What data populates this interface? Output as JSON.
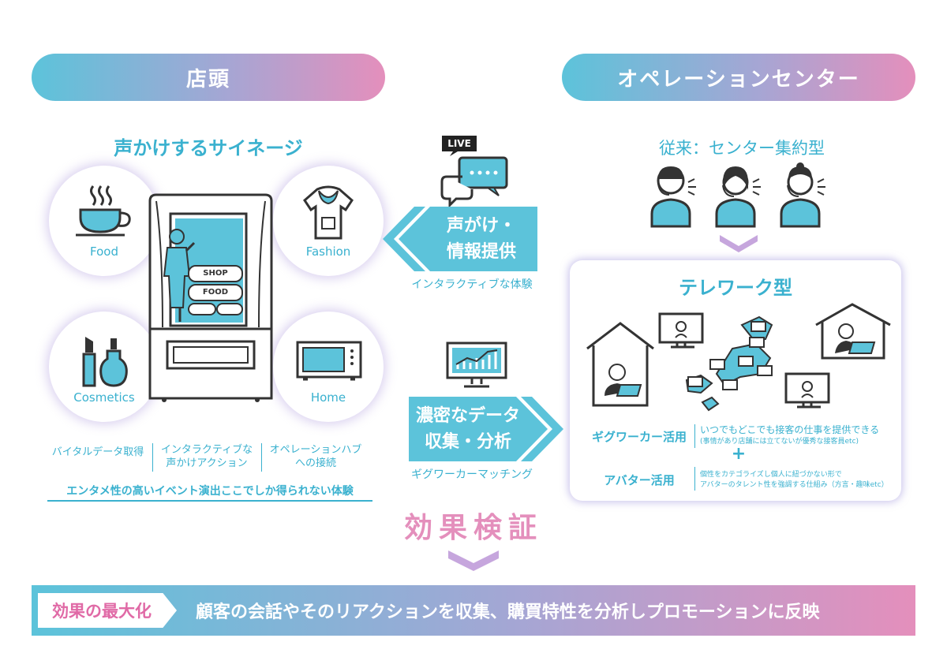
{
  "headers": {
    "left": "店頭",
    "right": "オペレーションセンター"
  },
  "left": {
    "title": "声かけするサイネージ",
    "bubbles": {
      "food": "Food",
      "fashion": "Fashion",
      "cosmetics": "Cosmetics",
      "home": "Home"
    },
    "machine": {
      "shop": "SHOP",
      "food": "FOOD"
    },
    "features": [
      "バイタルデータ取得",
      "インタラクティブな\n声かけアクション",
      "オペレーションハブ\nへの接続"
    ],
    "tagline": "エンタメ性の高いイベント演出ここでしか得られない体験"
  },
  "middle": {
    "live": "LIVE",
    "arrow1": [
      "声がけ・",
      "情報提供"
    ],
    "caption1": "インタラクティブな体験",
    "arrow2": [
      "濃密なデータ",
      "収集・分析"
    ],
    "caption2": "ギグワーカーマッチング"
  },
  "right": {
    "traditional": "従来：センター集約型",
    "telework_title": "テレワーク型",
    "gig_label": "ギグワーカー活用",
    "gig_desc": "いつでもどこでも接客の仕事を提供できる",
    "gig_note": "(事情があり店舗には立てないが優秀な接客員etc)",
    "plus": "+",
    "avatar_label": "アバター活用",
    "avatar_desc1": "個性をカテゴライズし個人に紐づかない形で",
    "avatar_desc2": "アバターのタレント性を強調する仕組み（方言・趣味etc）"
  },
  "verify": "効果検証",
  "bottom": {
    "tag": "効果の最大化",
    "text": "顧客の会話やそのリアクションを収集、購買特性を分析しプロモーションに反映"
  },
  "colors": {
    "teal": "#3ab1cf",
    "pink": "#e48fbc",
    "lavender": "#a5a6d4"
  }
}
